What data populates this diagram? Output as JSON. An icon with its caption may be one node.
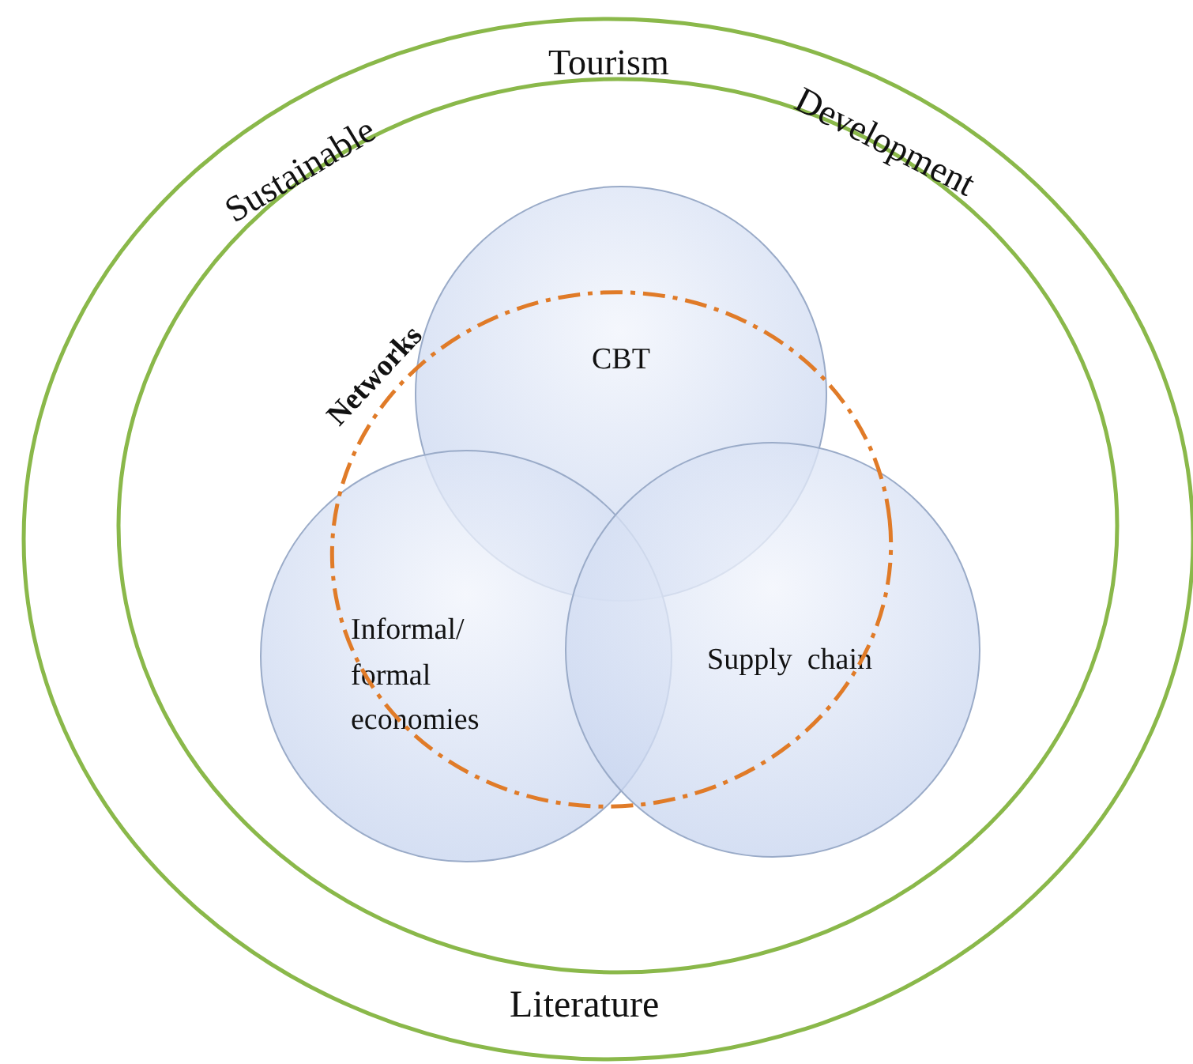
{
  "diagram": {
    "nodes": [
      {
        "text": [
          "Literature"
        ]
      },
      {
        "text": [
          "Sustainable",
          "Tourism",
          "Development"
        ],
        "in": 0
      },
      {
        "text": [
          "Networks"
        ],
        "in": 1
      },
      {
        "text": [
          "CBT"
        ],
        "in": 1
      },
      {
        "text": [
          "Informal/ formal economies"
        ],
        "in": 1
      },
      {
        "text": [
          "Supply  chain"
        ],
        "in": 1
      }
    ],
    "edges": []
  }
}
